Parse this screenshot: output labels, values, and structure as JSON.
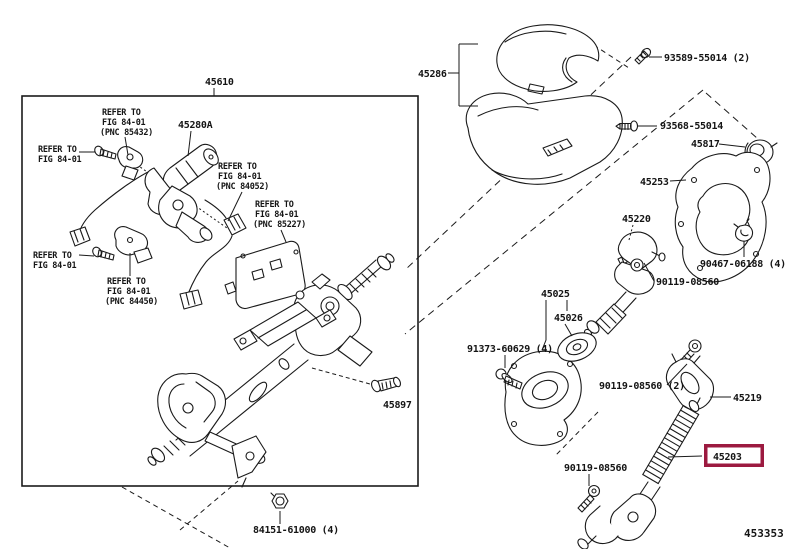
{
  "figure": {
    "number": "453353"
  },
  "parts": {
    "p45610": "45610",
    "p45280a": "45280A",
    "p45286": "45286",
    "p93589": "93589-55014 (2)",
    "p93568": "93568-55014",
    "p45817": "45817",
    "p45253": "45253",
    "p45220": "45220",
    "p90467": "90467-06188 (4)",
    "p90119_top": "90119-08560",
    "p45025": "45025",
    "p45026": "45026",
    "p91373": "91373-60629 (4)",
    "p90119_mid": "90119-08560 (2)",
    "p45219": "45219",
    "p45203": "45203",
    "p90119_bottom": "90119-08560",
    "p45897": "45897",
    "p84151": "84151-61000 (4)"
  },
  "refer_notes": [
    {
      "lines": [
        "REFER TO",
        "FIG 84-01",
        "(PNC 85432)"
      ]
    },
    {
      "lines": [
        "REFER TO",
        "FIG 84-01"
      ]
    },
    {
      "lines": [
        "REFER TO",
        "FIG 84-01",
        "(PNC 84052)"
      ]
    },
    {
      "lines": [
        "REFER TO",
        "FIG 84-01",
        "(PNC 85227)"
      ]
    },
    {
      "lines": [
        "REFER TO",
        "FIG 84-01"
      ]
    },
    {
      "lines": [
        "REFER TO",
        "FIG 84-01",
        "(PNC 84450)"
      ]
    }
  ],
  "highlight": {
    "selected_part": "45203",
    "box_color": "#9c1a40"
  }
}
